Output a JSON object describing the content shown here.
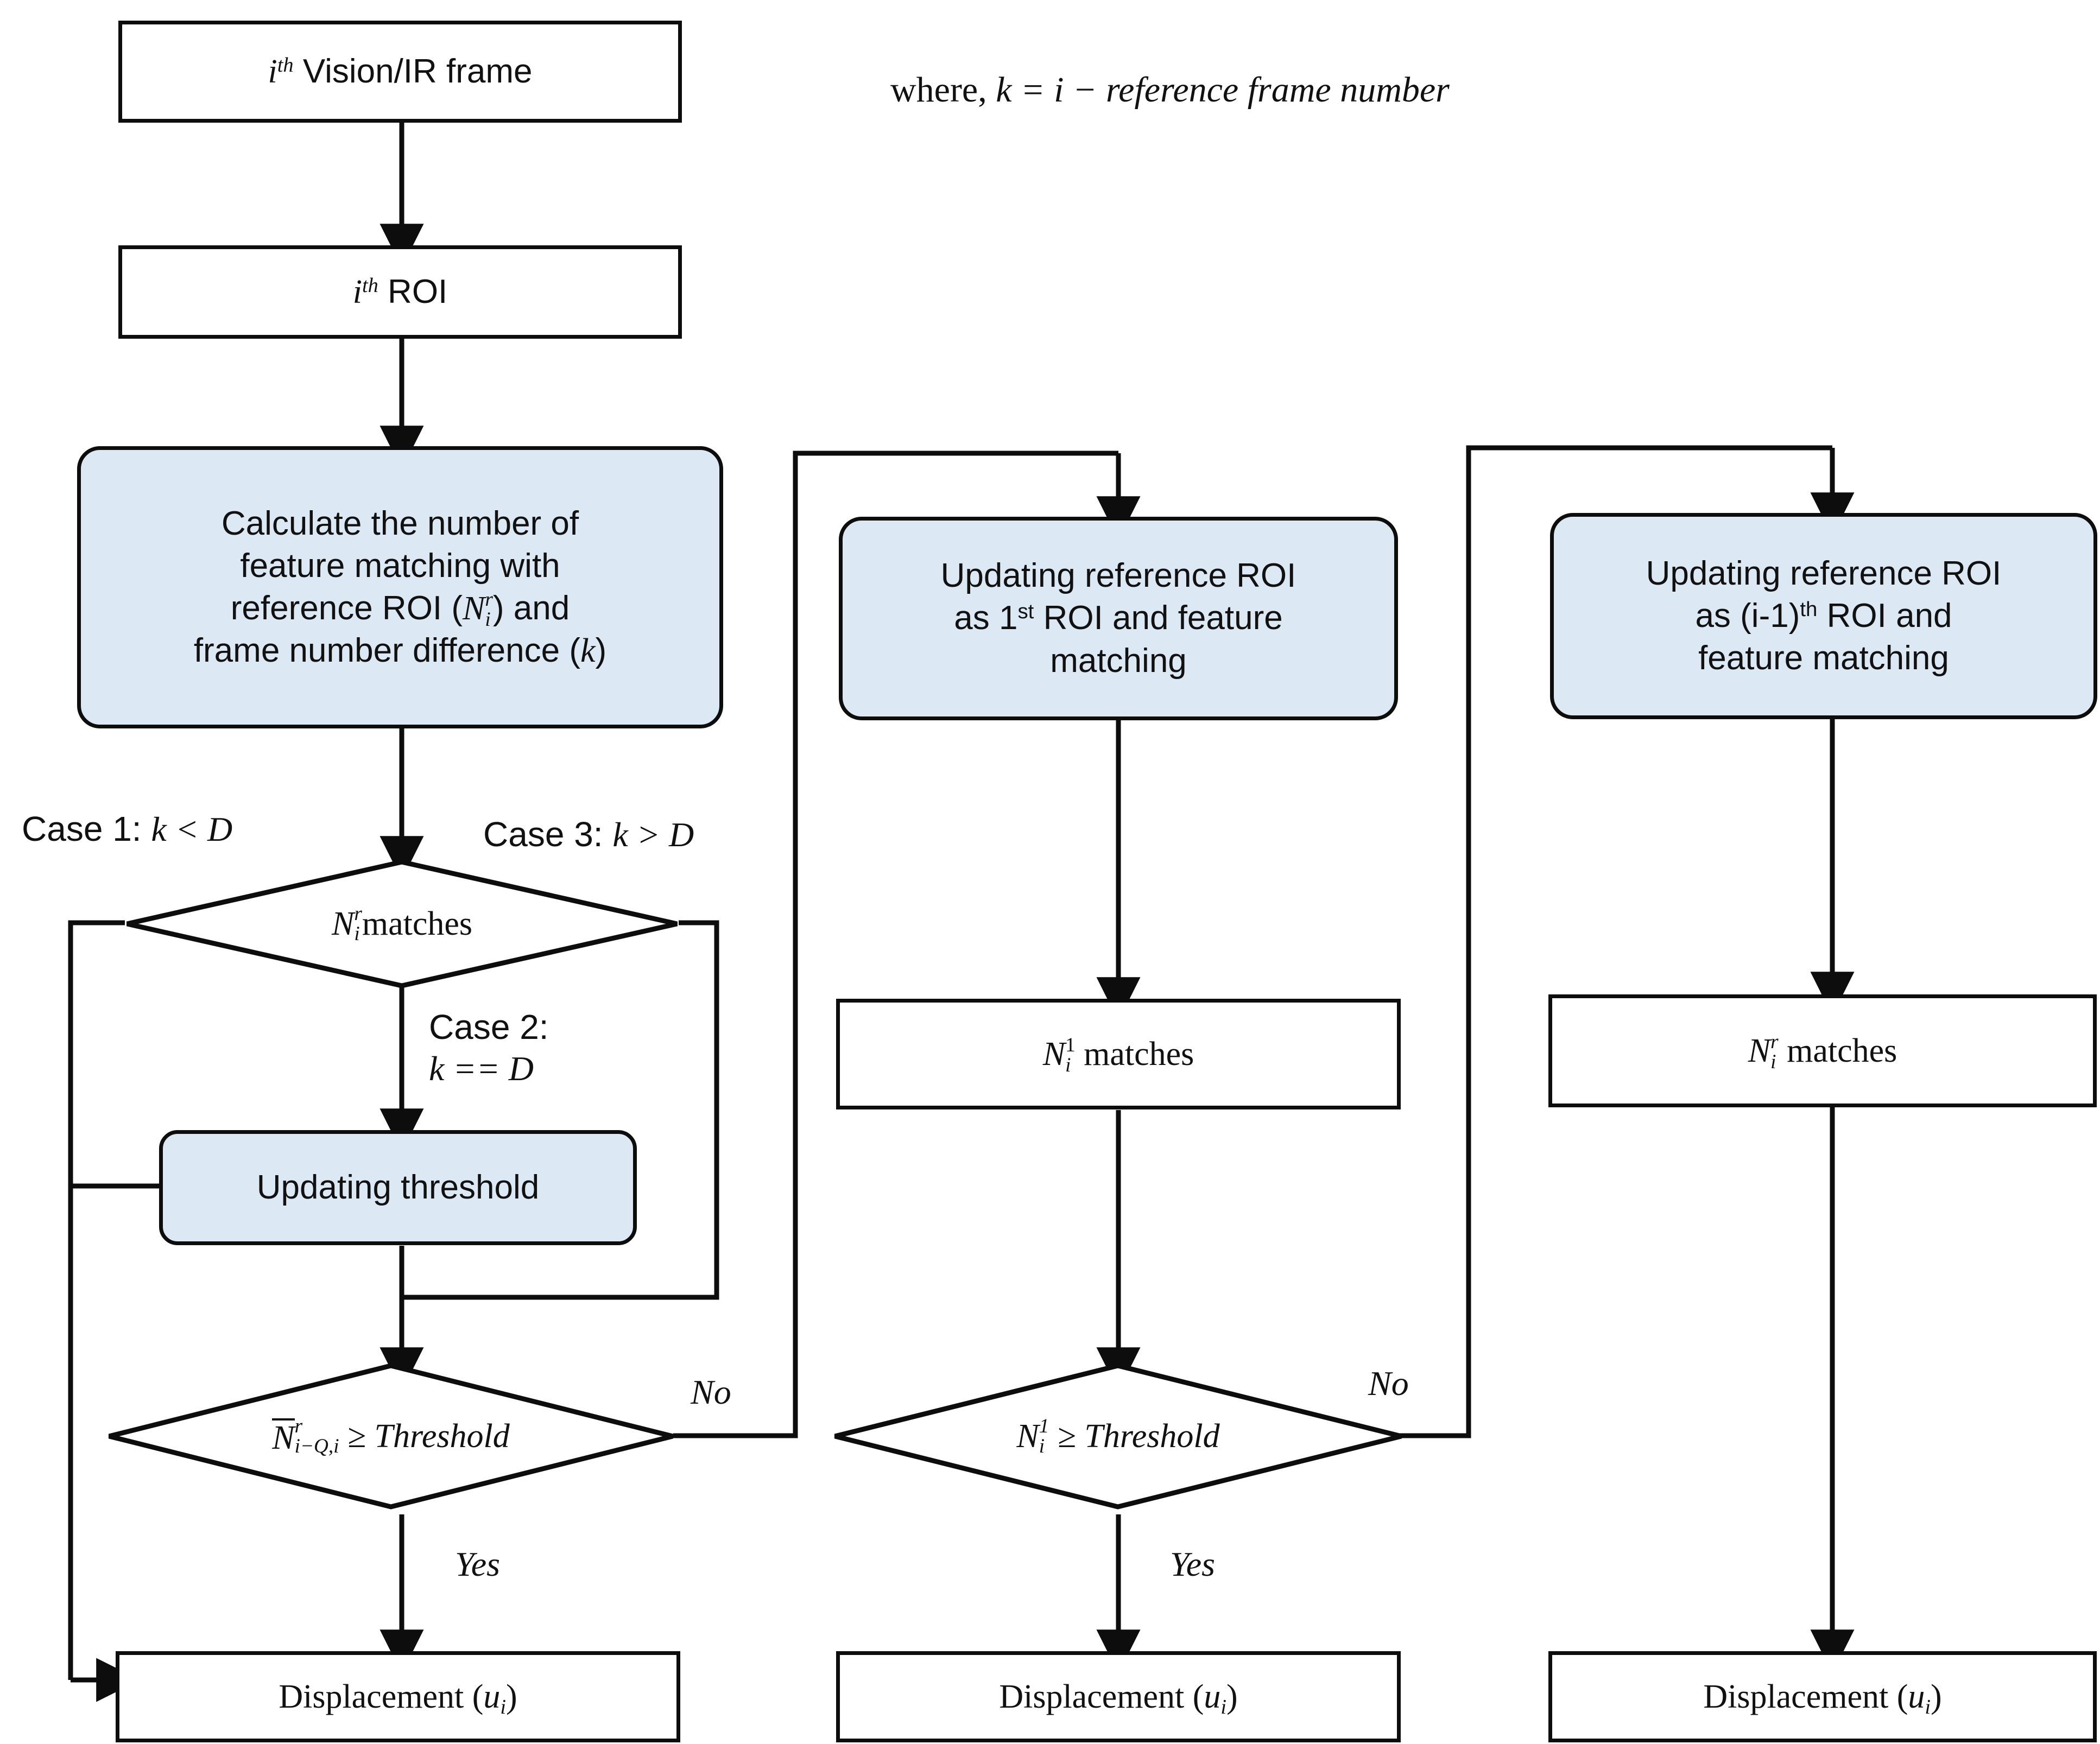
{
  "figure": {
    "type": "flowchart",
    "title": "Vision/IR frame feature-matching displacement decision flow",
    "accent_fill": "#dce8f4",
    "stroke_color": "#0d0d0d",
    "background": "#ffffff"
  },
  "note": {
    "prefix": "where,",
    "equation": "k = i − reference frame number",
    "full": "where, k = i − reference frame number"
  },
  "columns": {
    "left": {
      "name": "main-branch",
      "nodes": {
        "frame": "i^th Vision/IR frame",
        "roi": "i^th ROI",
        "calculate": "Calculate the number of feature matching with reference ROI (N_i^r) and frame number difference (k)",
        "calculate_lines": [
          "Calculate the number of",
          "feature matching with",
          "reference ROI (Nᵢʳ) and",
          "frame number difference (k)"
        ],
        "decision_matches": "N_i^r matches",
        "updating_threshold": "Updating threshold",
        "decision_threshold": "N̄_{i-Q,i}^r ≥ Threshold",
        "displacement": "Displacement (u_i)"
      },
      "edge_labels": {
        "case1": "Case 1: k < D",
        "case2_line1": "Case 2:",
        "case2_line2": "k == D",
        "case3": "Case 3: k > D",
        "no": "No",
        "yes": "Yes"
      }
    },
    "middle": {
      "name": "first-roi-branch",
      "nodes": {
        "updating_reference": "Updating reference ROI as 1st ROI and feature matching",
        "updating_reference_lines": [
          "Updating reference ROI",
          "as 1st ROI and feature",
          "matching"
        ],
        "matches": "N_i^1 matches",
        "decision_threshold": "N_i^1 ≥ Threshold",
        "displacement": "Displacement (u_i)"
      },
      "edge_labels": {
        "no": "No",
        "yes": "Yes"
      }
    },
    "right": {
      "name": "previous-roi-branch",
      "nodes": {
        "updating_reference": "Updating reference ROI as (i-1)th ROI and feature matching",
        "updating_reference_lines": [
          "Updating reference ROI",
          "as (i-1)th ROI and",
          "feature matching"
        ],
        "matches": "N_i^r matches",
        "displacement": "Displacement (u_i)"
      }
    }
  },
  "symbols": {
    "N": "N",
    "i": "i",
    "r": "r",
    "one": "1",
    "k": "k",
    "D": "D",
    "u": "u",
    "th": "th",
    "st": "st",
    "matches": "matches",
    "threshold_word": "Threshold",
    "geq": "≥",
    "lt": "<",
    "gt": ">",
    "eqeq": "==",
    "minus": "−",
    "iQi": "i−Q,i"
  }
}
